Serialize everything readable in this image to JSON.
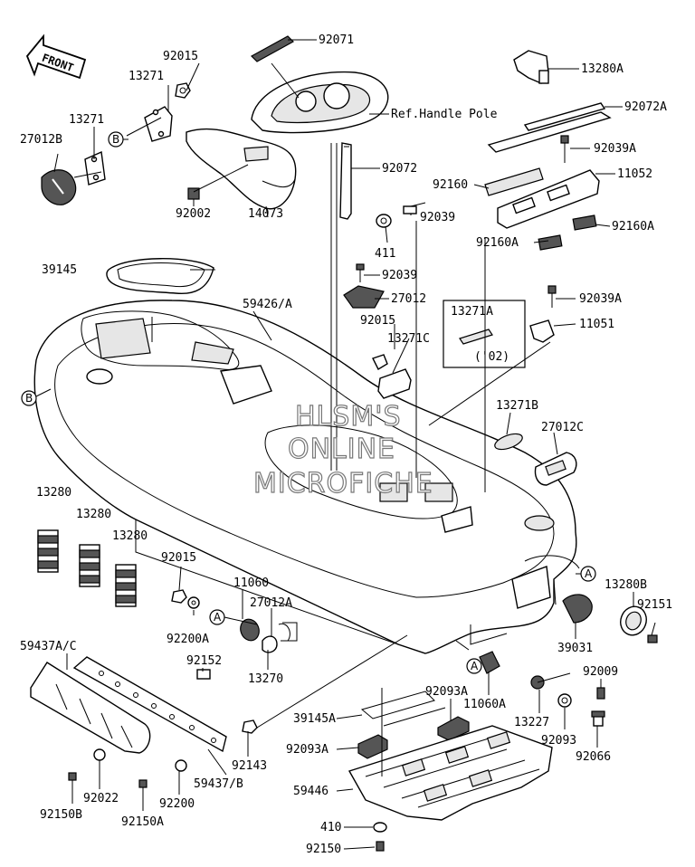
{
  "front_label": "FRONT",
  "ref_label": "Ref.Handle Pole",
  "watermark": [
    "HLSM'S",
    "ONLINE",
    "MICROFICHE"
  ],
  "ref_markers": [
    "A",
    "B"
  ],
  "inset": {
    "part": "13271A",
    "note": "('02)"
  },
  "parts": {
    "p92071": "92071",
    "p92015a": "92015",
    "p13271a": "13271",
    "p13271b": "13271",
    "p27012B": "27012B",
    "p92002": "92002",
    "p14073": "14073",
    "p13280A": "13280A",
    "p92072A": "92072A",
    "p92039A": "92039A",
    "p11052": "11052",
    "p92160": "92160",
    "p92160Aa": "92160A",
    "p92160Ab": "92160A",
    "p92072": "92072",
    "p411": "411",
    "p92039a": "92039",
    "p92039b": "92039",
    "p39145": "39145",
    "p59426A": "59426/A",
    "p27012": "27012",
    "p92015b": "92015",
    "p13271C": "13271C",
    "p92039A2": "92039A",
    "p11051": "11051",
    "p13271B": "13271B",
    "p27012C": "27012C",
    "p13280a": "13280",
    "p13280b": "13280",
    "p13280c": "13280",
    "p92015c": "92015",
    "p11060": "11060",
    "p27012A": "27012A",
    "p92200A": "92200A",
    "p13270": "13270",
    "p59437AC": "59437A/C",
    "p92152": "92152",
    "p92143": "92143",
    "p59437B": "59437/B",
    "p92022": "92022",
    "p92200": "92200",
    "p92150B": "92150B",
    "p92150A": "92150A",
    "p13280B": "13280B",
    "p92151": "92151",
    "p39031": "39031",
    "p11060A": "11060A",
    "p92009": "92009",
    "p92093A1": "92093A",
    "p92093A2": "92093A",
    "p39145A": "39145A",
    "p13227": "13227",
    "p92093": "92093",
    "p92066": "92066",
    "p59446": "59446",
    "p410": "410",
    "p92150": "92150"
  }
}
